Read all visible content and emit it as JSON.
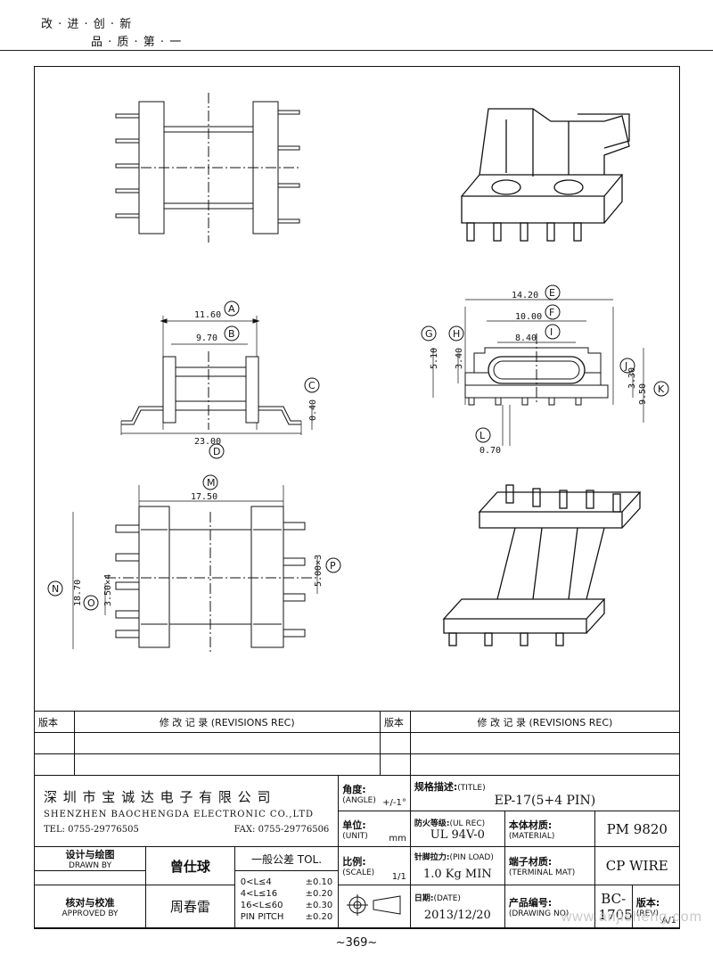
{
  "header": {
    "slogan_line1": "改 · 进 · 创 · 新",
    "slogan_line2": "品 · 质 · 第 · 一"
  },
  "drawing": {
    "dims": {
      "d1160": "11.60",
      "d970": "9.70",
      "d040": "0.40",
      "d2300": "23.00",
      "d1420": "14.20",
      "d1000": "10.00",
      "d840": "8.40",
      "d510": "5.10",
      "d340": "3.40",
      "d330": "3.30",
      "d950": "9.50",
      "d070": "0.70",
      "d1750": "17.50",
      "d1870": "18.70",
      "d350x4": "3.50×4",
      "d500x3": "5.00×3"
    },
    "letters": {
      "A": "A",
      "B": "B",
      "C": "C",
      "D": "D",
      "E": "E",
      "F": "F",
      "G": "G",
      "H": "H",
      "I": "I",
      "J": "J",
      "K": "K",
      "L": "L",
      "M": "M",
      "N": "N",
      "O": "O",
      "P": "P"
    }
  },
  "title_block": {
    "revisions_header_left": "版本",
    "revisions_rec_left": "修 改 记 录  (REVISIONS REC)",
    "revisions_header_right": "版本",
    "revisions_rec_right": "修 改 记 录  (REVISIONS REC)",
    "company_cn": "深 圳 市 宝 诚 达 电 子 有 限 公 司",
    "company_en": "SHENZHEN BAOCHENGDA ELECTRONIC CO.,LTD",
    "tel": "TEL: 0755-29776505",
    "fax": "FAX: 0755-29776506",
    "angle_label": "角度:",
    "angle_label_en": "(ANGLE)",
    "angle_value": "+/-1°",
    "unit_label": "单位:",
    "unit_label_en": "(UNIT)",
    "unit_value": "mm",
    "scale_label": "比例:",
    "scale_label_en": "(SCALE)",
    "scale_value": "1/1",
    "spec_label": "规格描述:",
    "spec_label_en": "(TITLE)",
    "spec_value": "EP-17(5+4 PIN)",
    "flame_label": "防火等级:",
    "flame_label_en": "(UL REC)",
    "flame_value": "UL 94V-0",
    "material_label": "本体材质:",
    "material_label_en": "(MATERIAL)",
    "material_value": "PM 9820",
    "pin_load_label": "针脚拉力:",
    "pin_load_label_en": "(PIN LOAD)",
    "pin_load_value": "1.0 Kg MIN",
    "terminal_label": "端子材质:",
    "terminal_label_en": "(TERMINAL MAT)",
    "terminal_value": "CP WIRE",
    "drawn_label": "设计与绘图",
    "drawn_label_en": "DRAWN BY",
    "drawn_value": "曾仕球",
    "approved_label": "核对与校准",
    "approved_label_en": "APPROVED BY",
    "approved_value": "周春雷",
    "tol_title": "一般公差 TOL.",
    "tol_rows": [
      {
        "range": "0<L≤4",
        "tol": "±0.10"
      },
      {
        "range": "4<L≤16",
        "tol": "±0.20"
      },
      {
        "range": "16<L≤60",
        "tol": "±0.30"
      },
      {
        "range": "PIN PITCH",
        "tol": "±0.20"
      }
    ],
    "date_label": "日期:",
    "date_label_en": "(DATE)",
    "date_value": "2013/12/20",
    "drawing_no_label": "产品编号:",
    "drawing_no_label_en": "(DRAWING NO)",
    "drawing_no_value": "BC-1705",
    "rev_label": "版本:",
    "rev_label_en": "(REV)",
    "rev_value": "A/1"
  },
  "footer": {
    "page_number": "~369~",
    "watermark": "www.anjisheng.com"
  }
}
